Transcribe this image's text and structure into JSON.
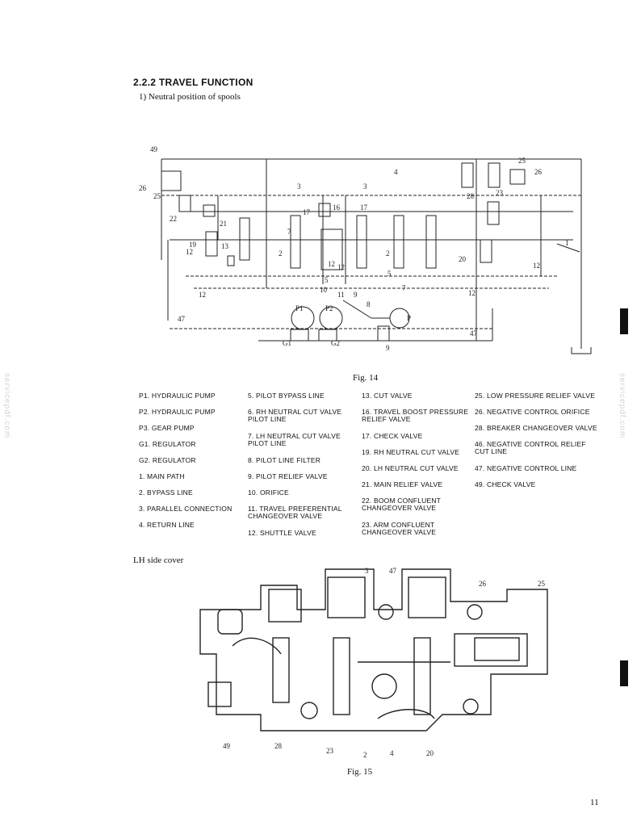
{
  "section_title": "2.2.2 TRAVEL FUNCTION",
  "subtitle": "1)  Neutral position of spools",
  "fig14_caption": "Fig. 14",
  "fig15_caption": "Fig. 15",
  "side_cover_label": "LH side cover",
  "page_number": "11",
  "watermark": "servicepdf.com",
  "legend": {
    "col1": [
      "P1. HYDRAULIC PUMP",
      "P2. HYDRAULIC PUMP",
      "P3. GEAR PUMP",
      "G1. REGULATOR",
      "G2. REGULATOR",
      "1. MAIN PATH",
      "2. BYPASS LINE",
      "3. PARALLEL CONNECTION",
      "4. RETURN LINE"
    ],
    "col2": [
      "5. PILOT BYPASS LINE",
      "6. RH NEUTRAL CUT VALVE\nPILOT LINE",
      "7. LH NEUTRAL CUT VALVE\nPILOT LINE",
      "8. PILOT LINE FILTER",
      "9. PILOT RELIEF VALVE",
      "10. ORIFICE",
      "11. TRAVEL PREFERENTIAL\nCHANGEOVER VALVE",
      "12. SHUTTLE VALVE"
    ],
    "col3": [
      "13. CUT VALVE",
      "16. TRAVEL BOOST PRESSURE\nRELIEF VALVE",
      "17. CHECK VALVE",
      "19. RH NEUTRAL CUT VALVE",
      "20. LH NEUTRAL CUT VALVE",
      "21. MAIN RELIEF VALVE",
      "22. BOOM CONFLUENT\nCHANGEOVER VALVE",
      "23. ARM CONFLUENT\nCHANGEOVER VALVE"
    ],
    "col4": [
      "25. LOW PRESSURE RELIEF VALVE",
      "26. NEGATIVE CONTROL ORIFICE",
      "28. BREAKER CHANGEOVER VALVE",
      "46. NEGATIVE CONTROL RELIEF\nCUT LINE",
      "47. NEGATIVE CONTROL LINE",
      "49. CHECK VALVE"
    ]
  },
  "fig14_labels": [
    "49",
    "4",
    "25",
    "26",
    "3",
    "3",
    "28",
    "23",
    "26",
    "25",
    "16",
    "17",
    "17",
    "22",
    "21",
    "7",
    "2",
    "2",
    "19",
    "13",
    "12",
    "12",
    "12",
    "12",
    "5",
    "5",
    "7",
    "10",
    "9",
    "11",
    "20",
    "12",
    "12",
    "1",
    "8",
    "P1",
    "P2",
    "P",
    "47",
    "47",
    "G1",
    "G2",
    "9"
  ],
  "fig15_labels": [
    "3",
    "47",
    "26",
    "25",
    "49",
    "28",
    "23",
    "2",
    "4",
    "20"
  ]
}
